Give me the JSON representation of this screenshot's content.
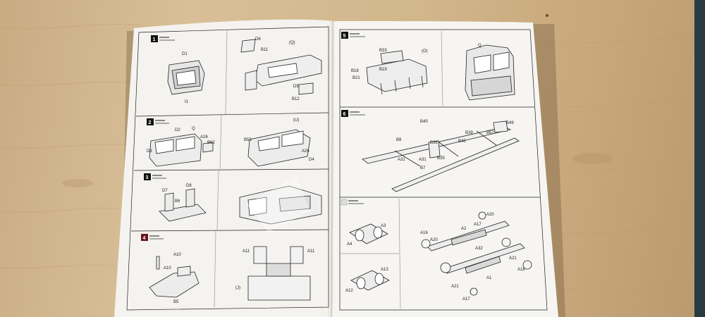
{
  "colors": {
    "table": "#d2b68c",
    "paper": "#f4f3ef",
    "ink": "#222222",
    "step_badge": "#111111",
    "step_badge_accent": "#8a1a2a"
  },
  "left_page": {
    "steps": [
      {
        "number": "1",
        "labels": {
          "d1": "D1",
          "i1": "I1",
          "d6": "D6",
          "b11": "B11",
          "q": "(Q)",
          "d5": "D5",
          "b12": "B12"
        }
      },
      {
        "number": "2",
        "labels": {
          "d2": "D2",
          "q": "Q",
          "a26": "A26",
          "b52": "B52",
          "d3": "D3",
          "b53": "B53",
          "u": "(U)",
          "a26b": "A26",
          "d4": "D4"
        }
      },
      {
        "number": "3",
        "labels": {
          "d7": "D7",
          "d8": "D8",
          "b6": "B6"
        }
      },
      {
        "number": "4",
        "labels": {
          "a10": "A10",
          "a10b": "A10",
          "b5": "B5",
          "a11": "A11",
          "a11b": "A11",
          "j": "(J)"
        }
      }
    ]
  },
  "right_page": {
    "steps": [
      {
        "number": "5",
        "labels": {
          "b33": "B33",
          "o": "(O)",
          "b18": "B18",
          "b19": "B19",
          "b21": "B21",
          "q": "Q"
        }
      },
      {
        "number": "6",
        "labels": {
          "b40": "B40",
          "b8": "B8",
          "b39": "B39",
          "b57": "B57",
          "b49": "B49",
          "b36": "B36",
          "b45": "B45",
          "b35": "B35",
          "a31": "A31",
          "a31b": "A31",
          "b7": "B7"
        }
      },
      {
        "number": "",
        "labels": {
          "a3": "A3",
          "a4": "A4",
          "a13": "A13",
          "a12": "A12",
          "a16": "A16",
          "a20": "A20",
          "a20b": "A20",
          "a2": "A2",
          "a17": "A17",
          "a32": "A32",
          "a21": "A21",
          "a18": "A18",
          "a1": "A1",
          "a21b": "A21",
          "a17b": "A17"
        }
      }
    ]
  }
}
